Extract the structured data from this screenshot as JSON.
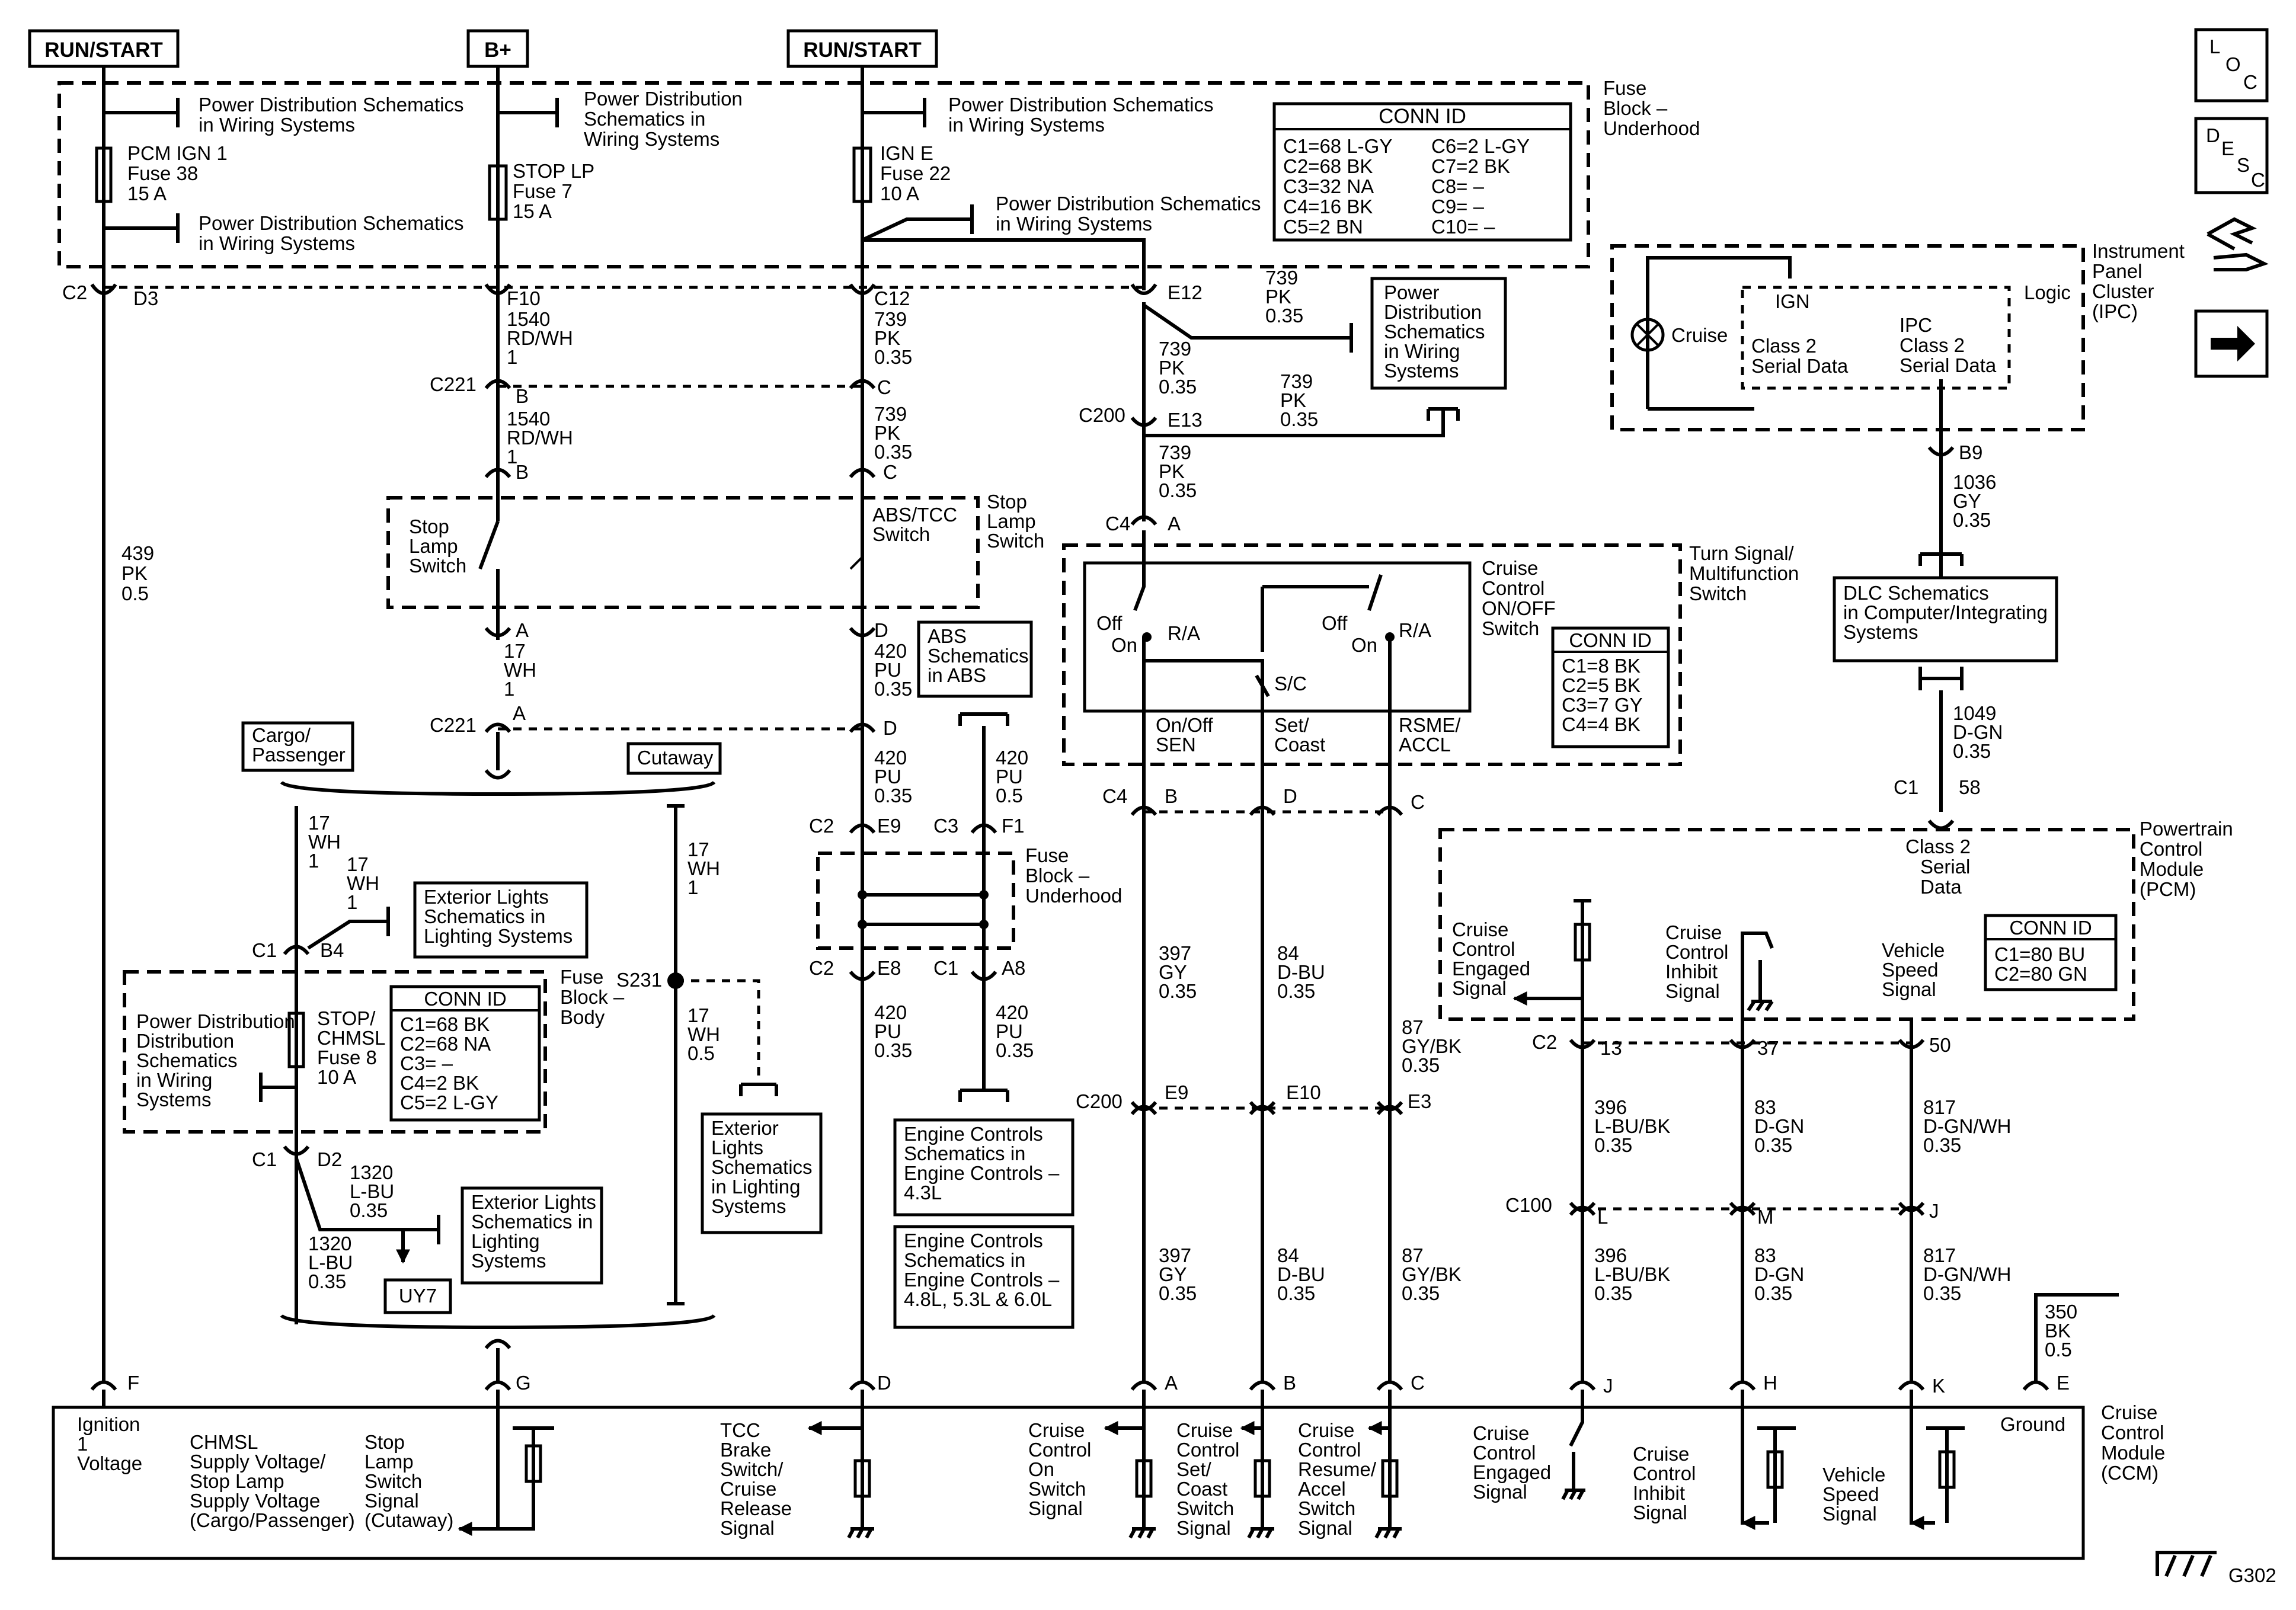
{
  "sources": {
    "run_start_left": "RUN/START",
    "b_plus": "B+",
    "run_start_mid": "RUN/START"
  },
  "common": {
    "power_dist_line1": "Power Distribution Schematics",
    "power_dist_line2": "in Wiring Systems",
    "power_dist_alt1": "Power Distribution",
    "power_dist_alt2": "Schematics in",
    "power_dist_alt3": "Wiring Systems"
  },
  "fuses": {
    "pcm_ign1": [
      "PCM IGN 1",
      "Fuse 38",
      "15 A"
    ],
    "stop_lp": [
      "STOP LP",
      "Fuse 7",
      "15 A"
    ],
    "ign_e": [
      "IGN E",
      "Fuse 22",
      "10 A"
    ],
    "stop_chmsl": [
      "STOP/",
      "CHMSL",
      "Fuse 8",
      "10 A"
    ]
  },
  "fuse_block_underhood": [
    "Fuse",
    "Block –",
    "Underhood"
  ],
  "fuse_block_underhood_mid": [
    "Fuse",
    "Block –",
    "Underhood"
  ],
  "fuse_block_body": [
    "Fuse",
    "Block –",
    "Body"
  ],
  "conn_underhood": {
    "title": "CONN ID",
    "left": [
      "C1=68 L-GY",
      "C2=68 BK",
      "C3=32 NA",
      "C4=16 BK",
      "C5=2 BN"
    ],
    "right": [
      "C6=2 L-GY",
      "C7=2 BK",
      "C8= –",
      "C9= –",
      "C10= –"
    ]
  },
  "conn_body": {
    "title": "CONN ID",
    "rows": [
      "C1=68 BK",
      "C2=68 NA",
      "C3= –",
      "C4=2 BK",
      "C5=2 L-GY"
    ]
  },
  "conn_turn": {
    "title": "CONN ID",
    "rows": [
      "C1=8 BK",
      "C2=5 BK",
      "C3=7 GY",
      "C4=4 BK"
    ]
  },
  "conn_pcm": {
    "title": "CONN ID",
    "rows": [
      "C1=80 BU",
      "C2=80 GN"
    ]
  },
  "nav": {
    "loc": [
      "L",
      "O",
      "C"
    ],
    "desc": [
      "D",
      "E",
      "S",
      "C"
    ]
  },
  "ipc": {
    "label": [
      "Instrument",
      "Panel",
      "Cluster",
      "(IPC)"
    ],
    "logic": "Logic",
    "ign": "IGN",
    "cruise": "Cruise",
    "class2_left": [
      "Class 2",
      "Serial Data"
    ],
    "ipc_class2": [
      "IPC",
      "Class 2",
      "Serial Data"
    ]
  },
  "power_dist_box": [
    "Power",
    "Distribution",
    "Schematics",
    "in Wiring",
    "Systems"
  ],
  "dlc_box": [
    "DLC Schematics",
    "in Computer/Integrating",
    "Systems"
  ],
  "abs_box": [
    "ABS",
    "Schematics",
    "in ABS"
  ],
  "ext_lights_1": [
    "Exterior Lights",
    "Schematics in",
    "Lighting Systems"
  ],
  "ext_lights_2": [
    "Exterior Lights",
    "Schematics in",
    "Lighting",
    "Systems"
  ],
  "ext_lights_3": [
    "Exterior",
    "Lights",
    "Schematics",
    "in Lighting",
    "Systems"
  ],
  "engine_box_1": [
    "Engine Controls",
    "Schematics in",
    "Engine Controls –",
    "4.3L"
  ],
  "engine_box_2": [
    "Engine Controls",
    "Schematics in",
    "Engine Controls –",
    "4.8L, 5.3L & 6.0L"
  ],
  "switches": {
    "stop_lamp": [
      "Stop",
      "Lamp",
      "Switch"
    ],
    "abs_tcc": [
      "ABS/TCC",
      "Switch"
    ],
    "stop_lamp_switch": [
      "Stop",
      "Lamp",
      "Switch"
    ],
    "turn_signal": [
      "Turn Signal/",
      "Multifunction",
      "Switch"
    ],
    "cruise_onoff": [
      "Cruise",
      "Control",
      "ON/OFF",
      "Switch"
    ],
    "off1": "Off",
    "on1": "On",
    "ra1": "R/A",
    "off2": "Off",
    "on2": "On",
    "ra2": "R/A",
    "sc": "S/C",
    "onoff_sen": [
      "On/Off",
      "SEN"
    ],
    "set_coast": [
      "Set/",
      "Coast"
    ],
    "rsme_accl": [
      "RSME/",
      "ACCL"
    ]
  },
  "labels": {
    "cargo": [
      "Cargo/",
      "Passenger"
    ],
    "cutaway": "Cutaway",
    "uy7": "UY7",
    "s231": "S231",
    "g302": "G302"
  },
  "connectors": {
    "c2_d3": [
      "C2",
      "D3"
    ],
    "f10": "F10",
    "c12": "C12",
    "e12": "E12",
    "c221_b": [
      "C221",
      "B"
    ],
    "c_top": "C",
    "b_bot": "B",
    "c_bot": "C",
    "c200_e13": [
      "C200",
      "E13"
    ],
    "c4_a": [
      "C4",
      "A"
    ],
    "a_top": "A",
    "d_top": "D",
    "c221_a": [
      "C221",
      "A"
    ],
    "d_mid": "D",
    "c2_e9": [
      "C2",
      "E9"
    ],
    "c3_f1": [
      "C3",
      "F1"
    ],
    "c2_e8": [
      "C2",
      "E8"
    ],
    "c1_a8": [
      "C1",
      "A8"
    ],
    "c1_b4": [
      "C1",
      "B4"
    ],
    "c1_d2": [
      "C1",
      "D2"
    ],
    "c4_b": [
      "C4",
      "B"
    ],
    "d_c4": "D",
    "c_c4": "C",
    "c200": "C200",
    "e9": "E9",
    "e10": "E10",
    "e3": "E3",
    "b9": "B9",
    "c1_58": [
      "C1",
      "58"
    ],
    "c2_13": [
      "C2",
      "13"
    ],
    "p37": "37",
    "p50": "50",
    "c100_l": [
      "C100",
      "L"
    ],
    "m": "M",
    "j": "J",
    "e_gnd": "E",
    "f": "F",
    "g": "G",
    "d": "D",
    "a": "A",
    "b": "B",
    "c": "C",
    "jj": "J",
    "h": "H",
    "k": "K"
  },
  "wires": {
    "w1540a": [
      "1540",
      "RD/WH",
      "1"
    ],
    "w739a": [
      "739",
      "PK",
      "0.35"
    ],
    "w739b": [
      "739",
      "PK",
      "0.35"
    ],
    "w739c": [
      "739",
      "PK",
      "0.35"
    ],
    "w739d": [
      "739",
      "PK",
      "0.35"
    ],
    "w1540b": [
      "1540",
      "RD/WH",
      "1"
    ],
    "w739e": [
      "739",
      "PK",
      "0.35"
    ],
    "w739f": [
      "739",
      "PK",
      "0.35"
    ],
    "w439": [
      "439",
      "PK",
      "0.5"
    ],
    "w17a": [
      "17",
      "WH",
      "1"
    ],
    "w420a": [
      "420",
      "PU",
      "0.35"
    ],
    "w420b": [
      "420",
      "PU",
      "0.35"
    ],
    "w420c": [
      "420",
      "PU",
      "0.5"
    ],
    "w17b": [
      "17",
      "WH",
      "1"
    ],
    "w17c": [
      "17",
      "WH",
      "1"
    ],
    "w17d": [
      "17",
      "WH",
      "1"
    ],
    "w17e": [
      "17",
      "WH",
      "0.5"
    ],
    "w420d": [
      "420",
      "PU",
      "0.35"
    ],
    "w420e": [
      "420",
      "PU",
      "0.35"
    ],
    "w1320a": [
      "1320",
      "L-BU",
      "0.35"
    ],
    "w1320b": [
      "1320",
      "L-BU",
      "0.35"
    ],
    "w397a": [
      "397",
      "GY",
      "0.35"
    ],
    "w84a": [
      "84",
      "D-BU",
      "0.35"
    ],
    "w87a": [
      "87",
      "GY/BK",
      "0.35"
    ],
    "w397b": [
      "397",
      "GY",
      "0.35"
    ],
    "w84b": [
      "84",
      "D-BU",
      "0.35"
    ],
    "w87b": [
      "87",
      "GY/BK",
      "0.35"
    ],
    "w1036": [
      "1036",
      "GY",
      "0.35"
    ],
    "w1049": [
      "1049",
      "D-GN",
      "0.35"
    ],
    "w396a": [
      "396",
      "L-BU/BK",
      "0.35"
    ],
    "w83a": [
      "83",
      "D-GN",
      "0.35"
    ],
    "w817a": [
      "817",
      "D-GN/WH",
      "0.35"
    ],
    "w396b": [
      "396",
      "L-BU/BK",
      "0.35"
    ],
    "w83b": [
      "83",
      "D-GN",
      "0.35"
    ],
    "w817b": [
      "817",
      "D-GN/WH",
      "0.35"
    ],
    "w350": [
      "350",
      "BK",
      "0.5"
    ]
  },
  "pcm": {
    "label": [
      "Powertrain",
      "Control",
      "Module",
      "(PCM)"
    ],
    "class2": [
      "Class 2",
      "Serial",
      "Data"
    ],
    "engaged": [
      "Cruise",
      "Control",
      "Engaged",
      "Signal"
    ],
    "inhibit": [
      "Cruise",
      "Control",
      "Inhibit",
      "Signal"
    ],
    "vss": [
      "Vehicle",
      "Speed",
      "Signal"
    ]
  },
  "ccm": {
    "label": [
      "Cruise",
      "Control",
      "Module",
      "(CCM)"
    ],
    "ignition": [
      "Ignition",
      "1",
      "Voltage"
    ],
    "chmsl": [
      "CHMSL",
      "Supply Voltage/",
      "Stop Lamp",
      "Supply Voltage",
      "(Cargo/Passenger)"
    ],
    "stop_signal": [
      "Stop",
      "Lamp",
      "Switch",
      "Signal",
      "(Cutaway)"
    ],
    "tcc": [
      "TCC",
      "Brake",
      "Switch/",
      "Cruise",
      "Release",
      "Signal"
    ],
    "on_sig": [
      "Cruise",
      "Control",
      "On",
      "Switch",
      "Signal"
    ],
    "set_sig": [
      "Cruise",
      "Control",
      "Set/",
      "Coast",
      "Switch",
      "Signal"
    ],
    "resume_sig": [
      "Cruise",
      "Control",
      "Resume/",
      "Accel",
      "Switch",
      "Signal"
    ],
    "engaged_sig": [
      "Cruise",
      "Control",
      "Engaged",
      "Signal"
    ],
    "inhibit_sig": [
      "Cruise",
      "Control",
      "Inhibit",
      "Signal"
    ],
    "vss_sig": [
      "Vehicle",
      "Speed",
      "Signal"
    ],
    "ground": "Ground"
  }
}
